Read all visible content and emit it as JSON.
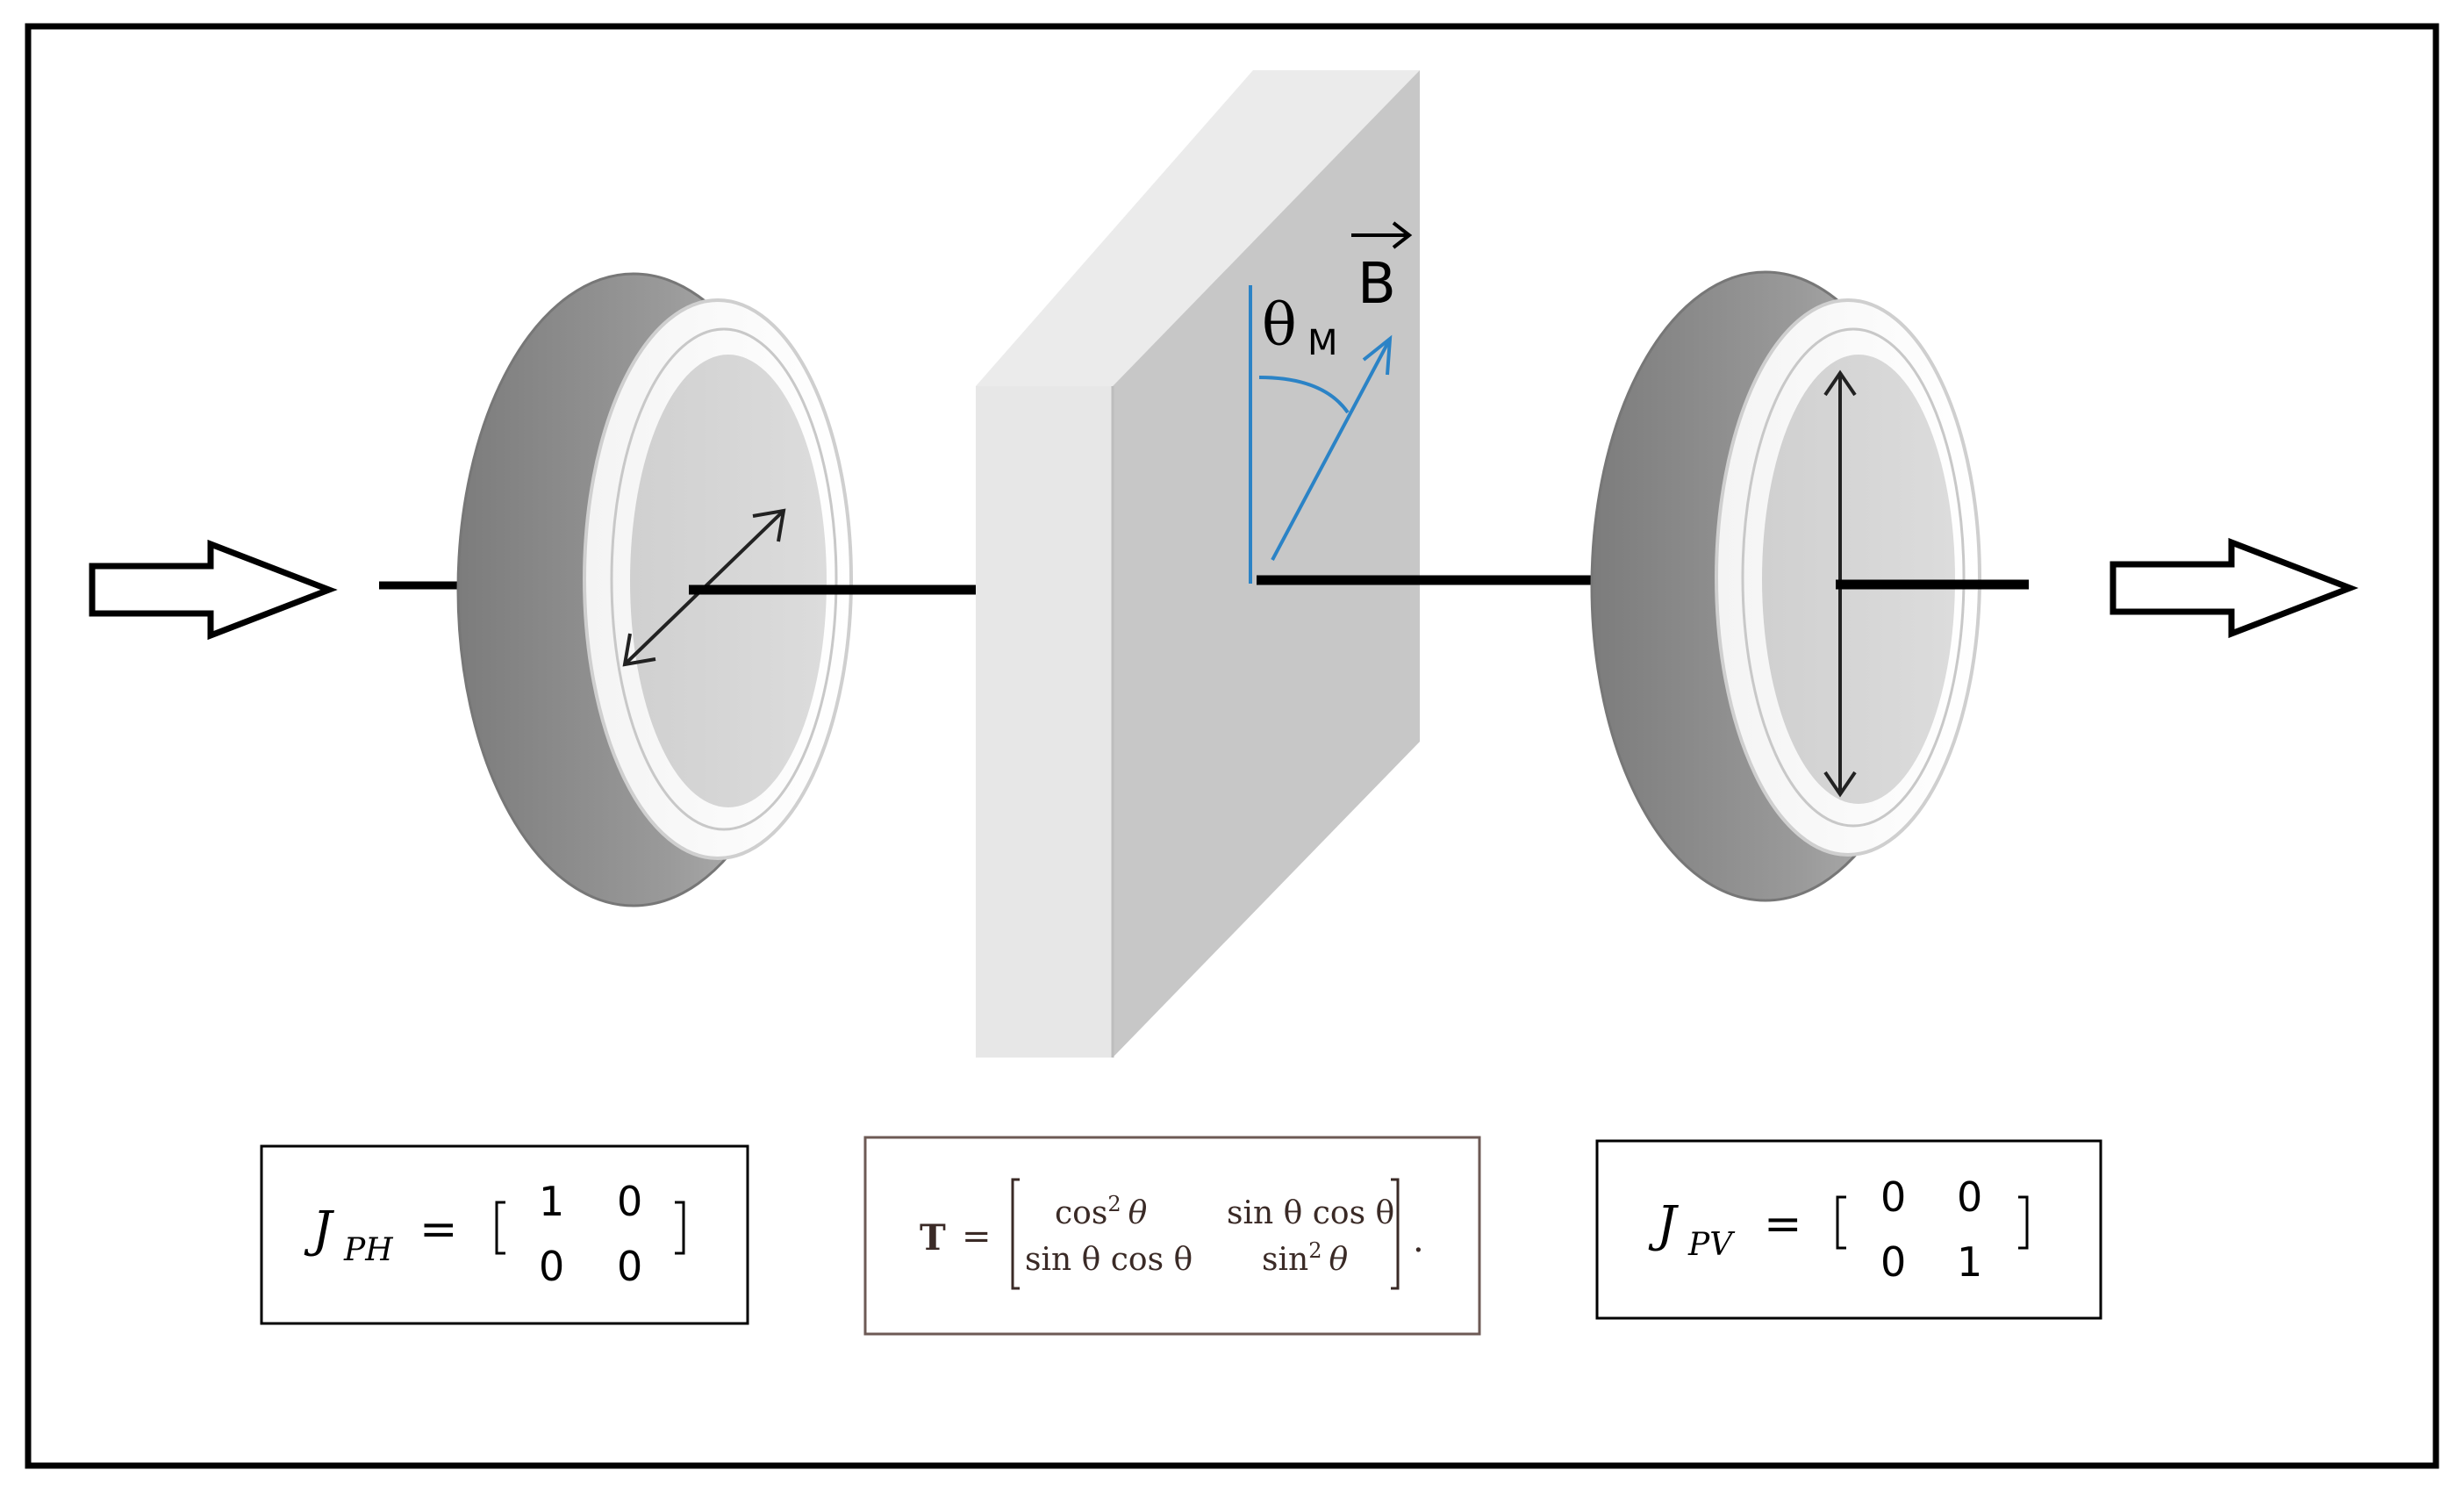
{
  "labels": {
    "angle_symbol": "θ",
    "angle_subscript": "M",
    "field_vector": "B"
  },
  "matrices": {
    "horizontal_polarizer": {
      "name": "J",
      "subscript": "PH",
      "equals": "=",
      "rows": [
        [
          "1",
          "0"
        ],
        [
          "0",
          "0"
        ]
      ]
    },
    "transfer_matrix": {
      "name": "T",
      "equals": "=",
      "rows": [
        [
          {
            "fn": "cos",
            "exp": "2",
            "arg": "θ"
          },
          {
            "text": "sin θ cos θ"
          }
        ],
        [
          {
            "text": "sin θ cos θ"
          },
          {
            "fn": "sin",
            "exp": "2",
            "arg": "θ"
          }
        ]
      ],
      "trailing": "."
    },
    "vertical_polarizer": {
      "name": "J",
      "subscript": "PV",
      "equals": "=",
      "rows": [
        [
          "0",
          "0"
        ],
        [
          "0",
          "1"
        ]
      ]
    }
  },
  "colors": {
    "border": "#000000",
    "polarizer_rim": "#8f8f8f",
    "polarizer_face": "#d4d4d4",
    "slab_front": "#c6c6c6",
    "slab_side": "#e6e6e6",
    "angle_annotation": "#2b83c6",
    "transfer_box_border": "#6d5a55"
  },
  "icons": {
    "input_arrow": "hollow-right-arrow",
    "output_arrow": "hollow-right-arrow",
    "first_polarizer_axis": "diagonal-double-arrow",
    "second_polarizer_axis": "vertical-double-arrow"
  }
}
